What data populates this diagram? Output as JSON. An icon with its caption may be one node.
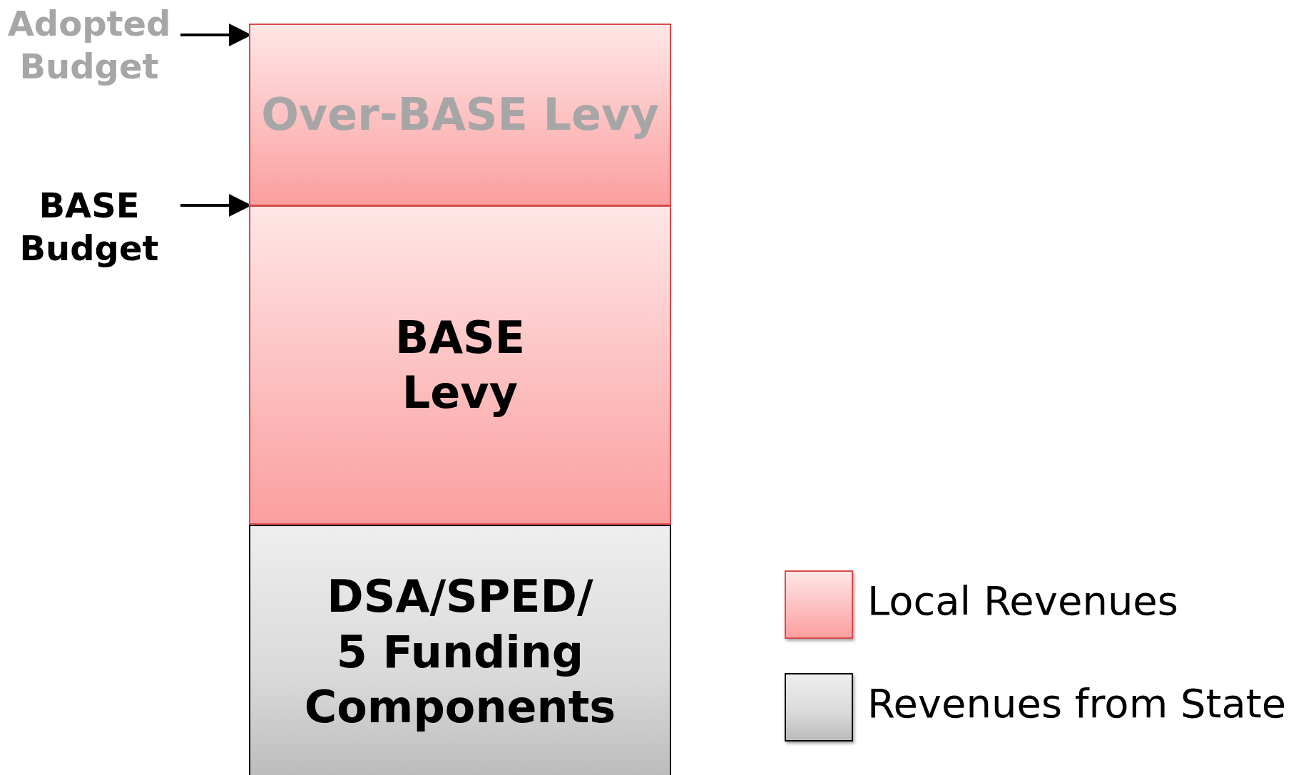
{
  "diagram": {
    "nodes": [
      {
        "text": [
          "Adopted Budget"
        ]
      },
      {
        "text": [
          "BASE Budget"
        ]
      },
      {
        "text": [
          "Over-BASE Levy"
        ]
      },
      {
        "text": [
          "BASE Levy"
        ]
      },
      {
        "text": [
          "DSA/SPED/ 5 Funding Components"
        ]
      }
    ],
    "edges": [
      {
        "from": 0,
        "to": 2,
        "arrow": "to"
      },
      {
        "from": 1,
        "to": 3,
        "arrow": "to"
      }
    ],
    "legend": [
      {
        "text": "Local Revenues",
        "color": "#fcb4b4"
      },
      {
        "text": "Revenues from State",
        "color": "#d9d9d9"
      }
    ]
  }
}
